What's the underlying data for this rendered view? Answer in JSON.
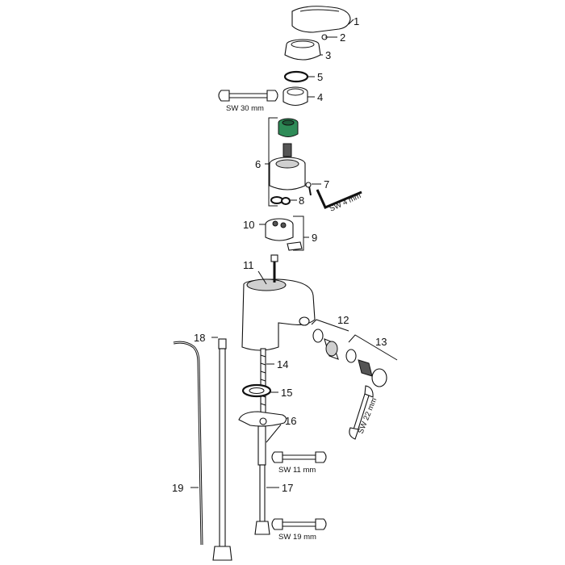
{
  "parts": [
    {
      "id": "1",
      "label": "1"
    },
    {
      "id": "2",
      "label": "2"
    },
    {
      "id": "3",
      "label": "3"
    },
    {
      "id": "4",
      "label": "4"
    },
    {
      "id": "5",
      "label": "5"
    },
    {
      "id": "6",
      "label": "6"
    },
    {
      "id": "7",
      "label": "7"
    },
    {
      "id": "8",
      "label": "8"
    },
    {
      "id": "9",
      "label": "9"
    },
    {
      "id": "10",
      "label": "10"
    },
    {
      "id": "11",
      "label": "11"
    },
    {
      "id": "12",
      "label": "12"
    },
    {
      "id": "13",
      "label": "13"
    },
    {
      "id": "14",
      "label": "14"
    },
    {
      "id": "15",
      "label": "15"
    },
    {
      "id": "16",
      "label": "16"
    },
    {
      "id": "17",
      "label": "17"
    },
    {
      "id": "18",
      "label": "18"
    },
    {
      "id": "19",
      "label": "19"
    }
  ],
  "tools": [
    {
      "id": "sw30",
      "label": "SW 30 mm"
    },
    {
      "id": "sw4",
      "label": "SW 4 mm"
    },
    {
      "id": "sw22",
      "label": "SW 22 mm"
    },
    {
      "id": "sw11",
      "label": "SW 11 mm"
    },
    {
      "id": "sw19",
      "label": "SW 19 mm"
    }
  ],
  "colors": {
    "line": "#111111",
    "cartridge_ring": "#2e8b57",
    "background": "#ffffff"
  }
}
